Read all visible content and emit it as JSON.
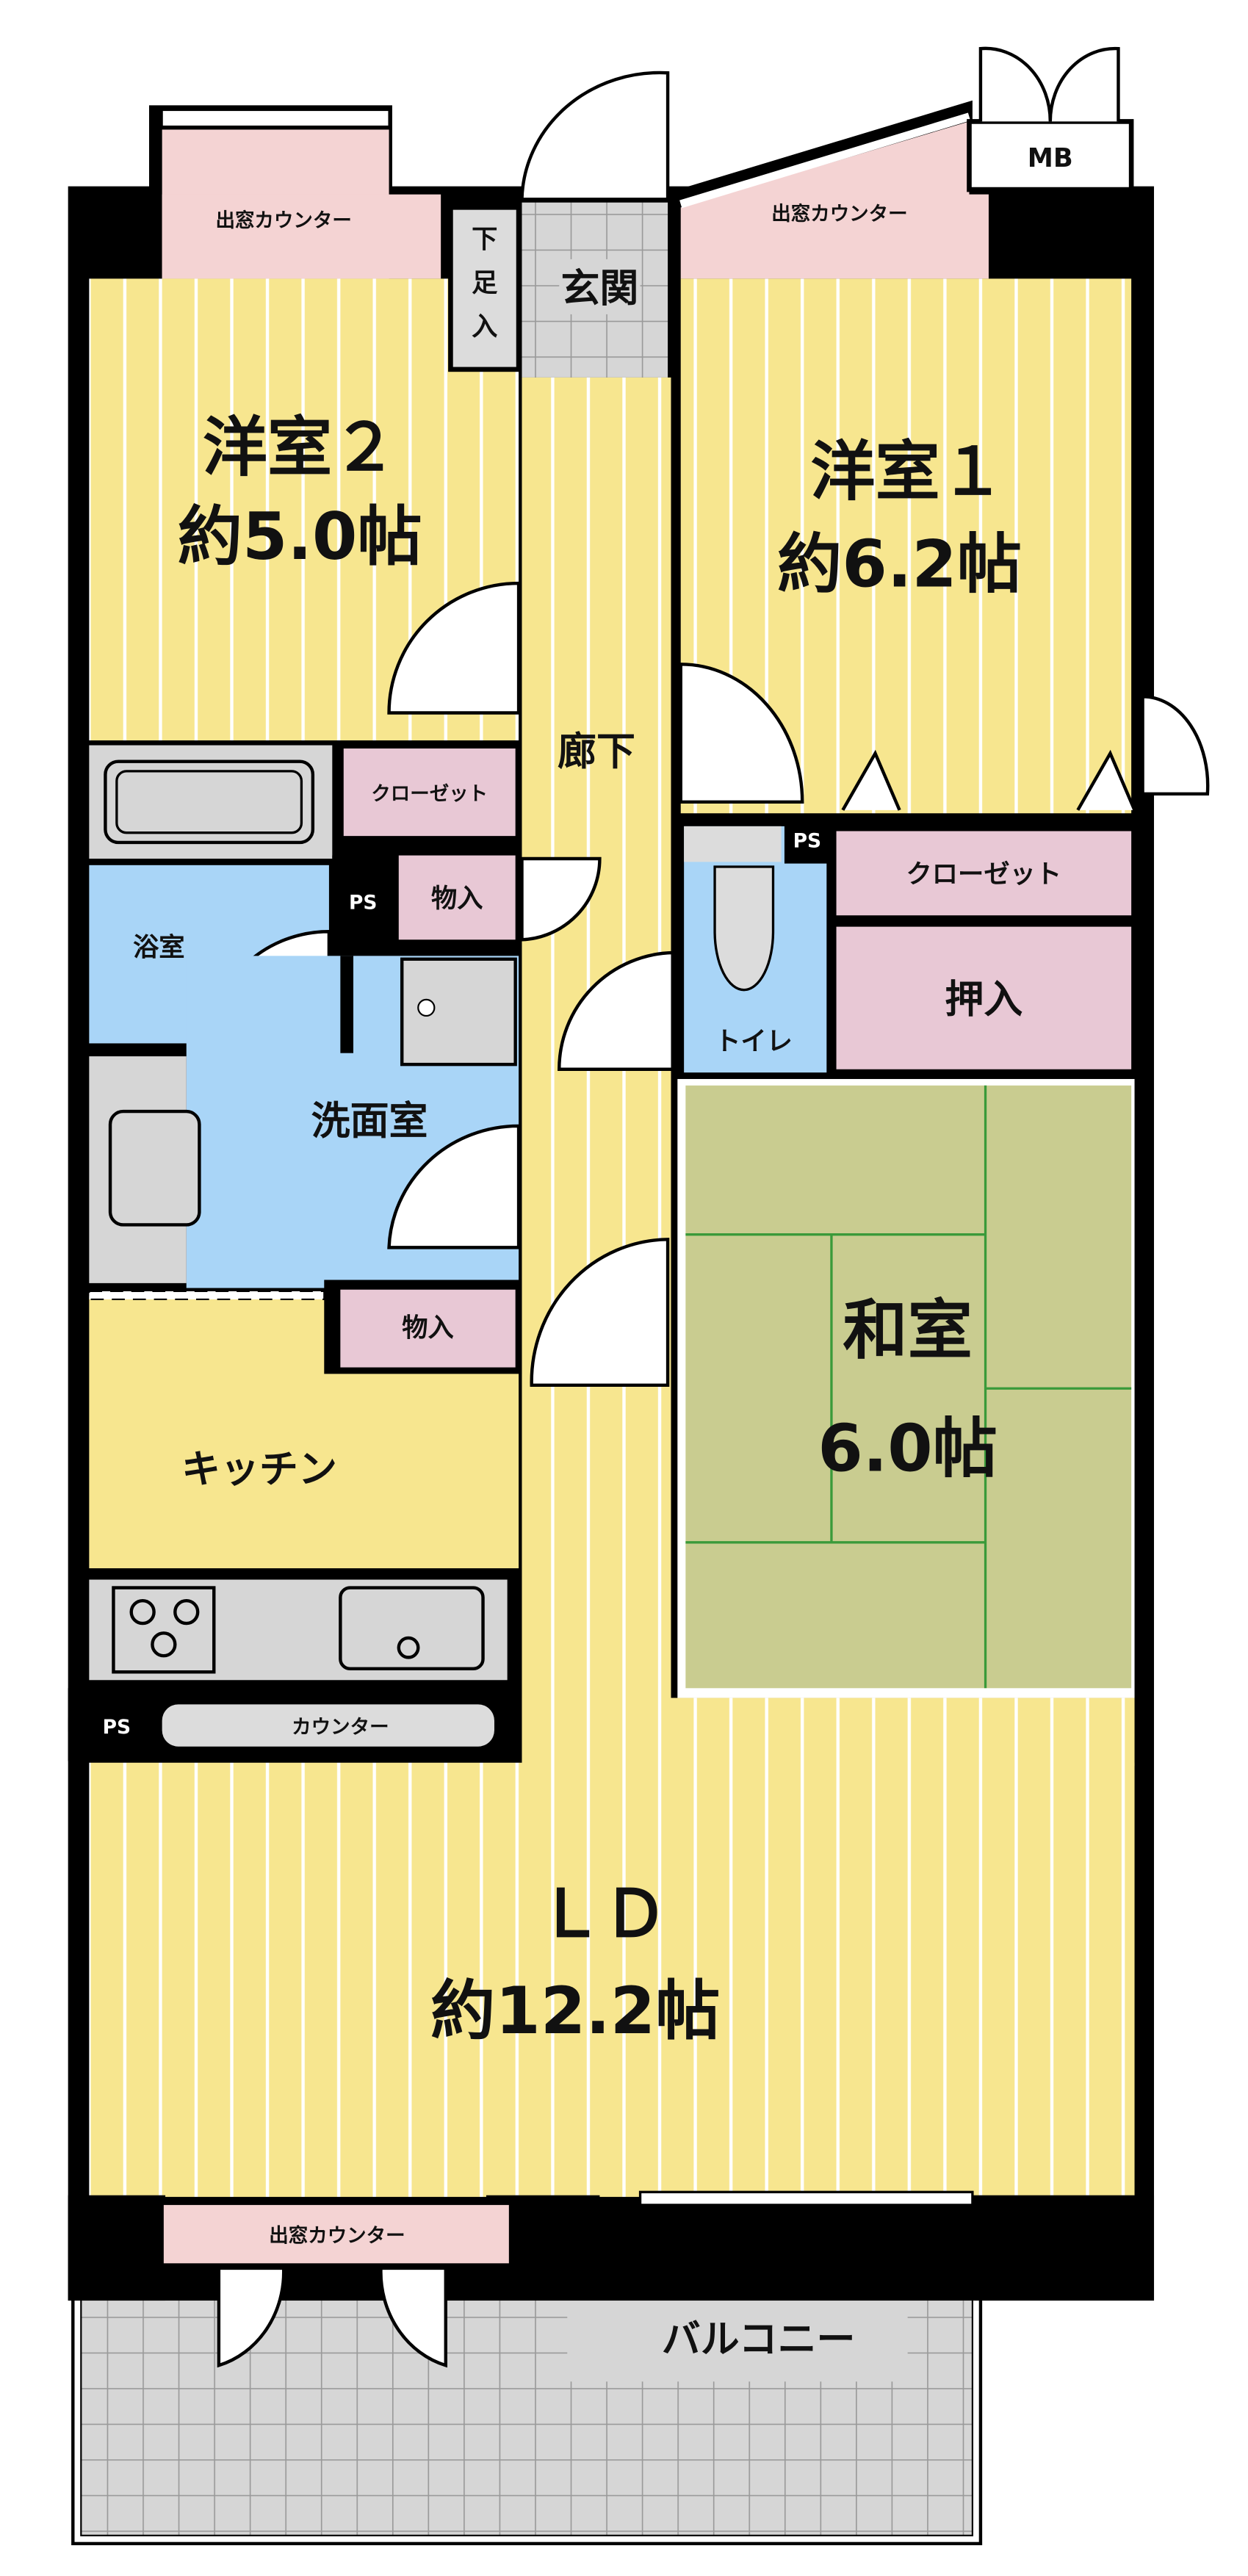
{
  "rooms": {
    "western2": {
      "name": "洋室２",
      "size": "約5.0帖"
    },
    "western1": {
      "name": "洋室１",
      "size": "約6.2帖"
    },
    "japanese": {
      "name": "和室",
      "size": "6.0帖"
    },
    "ld": {
      "name": "ＬＤ",
      "size": "約12.2帖"
    },
    "entrance": "玄関",
    "shoe_closet": [
      "下",
      "足",
      "入"
    ],
    "corridor": "廊下",
    "bathroom": "浴室",
    "washroom": "洗面室",
    "toilet": "トイレ",
    "kitchen": "キッチン",
    "balcony": "バルコニー"
  },
  "storage": {
    "bay_counter": "出窓カウンター",
    "closet": "クローゼット",
    "storage": "物入",
    "oshiire": "押入",
    "counter": "カウンター",
    "ps": "PS",
    "mb": "MB"
  },
  "colors": {
    "floor": "#f7e68f",
    "pink": "#f4d3d3",
    "closet": "#e8c8d5",
    "wet": "#a9d5f7",
    "tatami": "#c9cc90",
    "tile": "#d6d6d6"
  }
}
